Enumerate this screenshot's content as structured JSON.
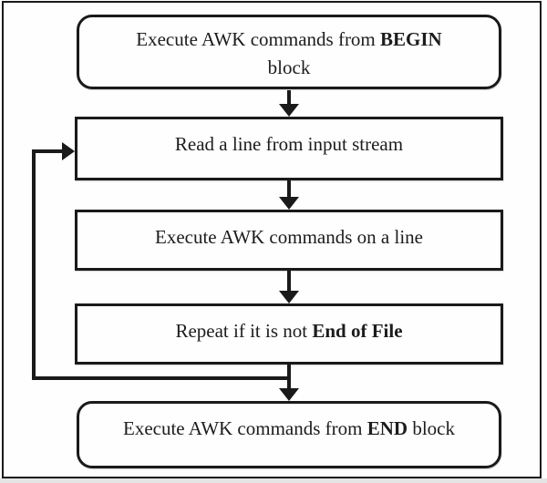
{
  "flowchart": {
    "colors": {
      "line": "#1a1a1a",
      "background": "#fefefe",
      "bottom_strip": "#e4e4e4"
    },
    "nodes": [
      {
        "name": "begin-block",
        "shape": "rounded",
        "lines": [
          {
            "segments": [
              {
                "text": "Execute AWK commands from ",
                "bold": false
              },
              {
                "text": "BEGIN",
                "bold": true
              }
            ]
          },
          {
            "segments": [
              {
                "text": "block",
                "bold": false
              }
            ]
          }
        ]
      },
      {
        "name": "read-line",
        "shape": "rect",
        "segments": [
          {
            "text": "Read a line from input stream",
            "bold": false
          }
        ]
      },
      {
        "name": "execute-on-line",
        "shape": "rect",
        "segments": [
          {
            "text": "Execute AWK commands on a line",
            "bold": false
          }
        ]
      },
      {
        "name": "repeat-until-eof",
        "shape": "rect",
        "segments": [
          {
            "text": "Repeat if it is not ",
            "bold": false
          },
          {
            "text": "End of File",
            "bold": true
          }
        ]
      },
      {
        "name": "end-block",
        "shape": "rounded",
        "segments": [
          {
            "text": "Execute AWK commands from ",
            "bold": false
          },
          {
            "text": "END",
            "bold": true
          },
          {
            "text": " block",
            "bold": false
          }
        ]
      }
    ]
  }
}
